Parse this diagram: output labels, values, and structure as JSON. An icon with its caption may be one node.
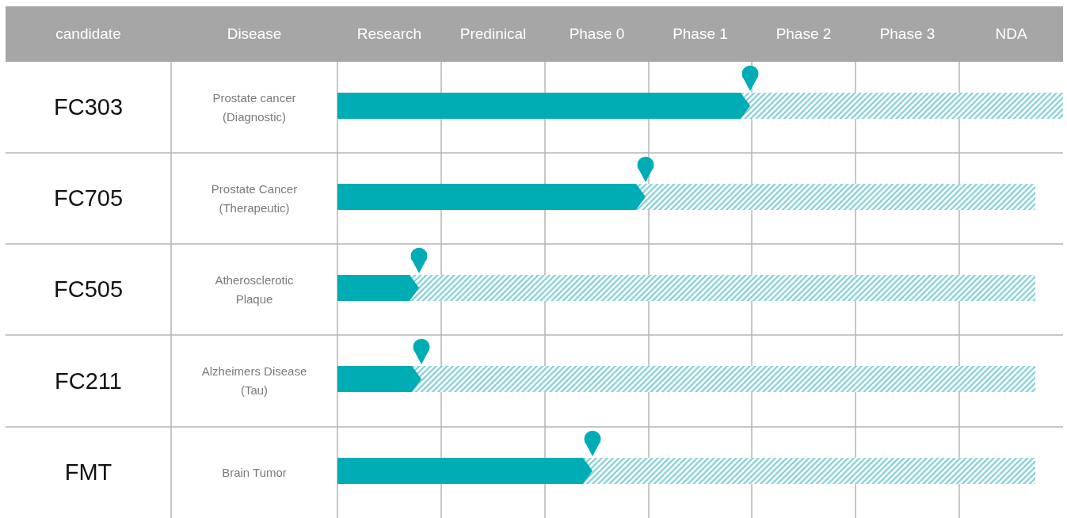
{
  "diagram": {
    "labels": [
      "candidate",
      "Disease",
      "Research",
      "Predinical",
      "Phase 0",
      "Phase 1",
      "Phase 2",
      "Phase 3",
      "NDA",
      "FC303",
      "Prostate cancer (Diagnostic)",
      "FC705",
      "Prostate Cancer (Therapeutic)",
      "FC505",
      "Atherosclerotic Plaque",
      "FC211",
      "Alzheimers Disease (Tau)",
      "FMT",
      "Brain Tumor"
    ]
  }
}
